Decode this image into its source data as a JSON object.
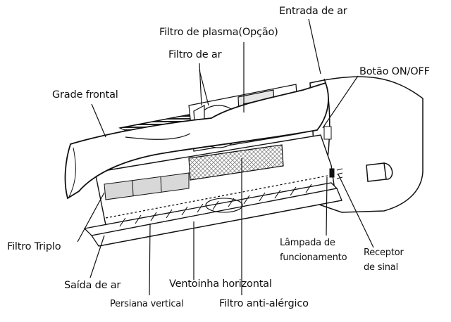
{
  "labels": {
    "entrada_de_ar": "Entrada de ar",
    "filtro_de_plasma": "Filtro de plasma(Opção)",
    "filtro_de_ar": "Filtro de ar",
    "botao_on_off": "Botão ON/OFF",
    "grade_frontal": "Grade frontal",
    "filtro_triplo": "Filtro Triplo",
    "lampada_line1": "Lâmpada de",
    "lampada_line2": "funcionamento",
    "receptor_line1": "Receptor",
    "receptor_line2": "de sinal",
    "saida_de_ar": "Saída de ar",
    "ventoinha_horizontal": "Ventoinha horizontal",
    "persiana_vertical": "Persiana vertical",
    "filtro_anti_alergico": "Filtro anti-alérgico"
  },
  "colors": {
    "line": "#111111",
    "filter_gray": "#d9d9d9",
    "mesh": "#9a9a9a",
    "unit_fill": "#ffffff"
  }
}
